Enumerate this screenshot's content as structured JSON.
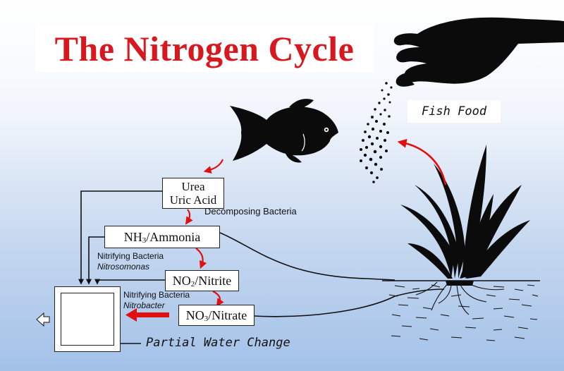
{
  "title": "The Nitrogen Cycle",
  "labels": {
    "fish_food": "Fish Food",
    "urea_line1": "Urea",
    "urea_line2": "Uric Acid",
    "decomposing": "Decomposing Bacteria",
    "nh3_formula": "NH",
    "nh3_sub": "3",
    "nh3_name": "/Ammonia",
    "nitrifying_1": "Nitrifying Bacteria",
    "nitrosomonas": "Nitrosomonas",
    "no2_formula": "NO",
    "no2_sub": "2",
    "no2_name": "/Nitrite",
    "nitrifying_2": "Nitrifying Bacteria",
    "nitrobacter": "Nitrobacter",
    "no3_formula": "NO",
    "no3_sub": "3",
    "no3_name": "/Nitrate",
    "water_change": "Partial Water Change"
  },
  "colors": {
    "title": "#d8181f",
    "arrow": "#e01010",
    "line": "#111111",
    "silhouette": "#0b0b0b"
  },
  "icons": [
    "hand-icon",
    "fish-icon",
    "plant-icon",
    "tank-icon"
  ]
}
